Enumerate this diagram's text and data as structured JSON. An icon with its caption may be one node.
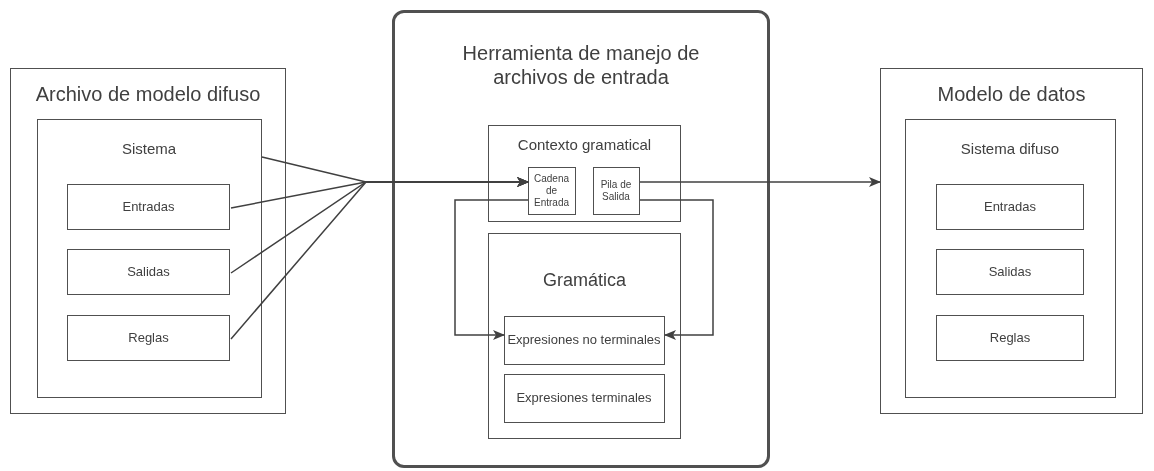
{
  "diagram": {
    "nodes": [
      {
        "text": [
          "Archivo de modelo difuso"
        ]
      },
      {
        "text": [
          "Sistema"
        ],
        "in": 0
      },
      {
        "text": [
          "Entradas"
        ],
        "in": 1
      },
      {
        "text": [
          "Salidas"
        ],
        "in": 1
      },
      {
        "text": [
          "Reglas"
        ],
        "in": 1
      },
      {
        "text": [
          "Herramienta de manejo de archivos de entrada"
        ]
      },
      {
        "text": [
          "Contexto gramatical"
        ],
        "in": 5
      },
      {
        "text": [
          "Cadena de Entrada"
        ],
        "in": 6
      },
      {
        "text": [
          "Pila de Salida"
        ],
        "in": 6
      },
      {
        "text": [
          "Gramática"
        ],
        "in": 5
      },
      {
        "text": [
          "Expresiones no terminales"
        ],
        "in": 9
      },
      {
        "text": [
          "Expresiones terminales"
        ],
        "in": 9
      },
      {
        "text": [
          "Modelo de datos"
        ]
      },
      {
        "text": [
          "Sistema difuso"
        ],
        "in": 12
      },
      {
        "text": [
          "Entradas"
        ],
        "in": 13
      },
      {
        "text": [
          "Salidas"
        ],
        "in": 13
      },
      {
        "text": [
          "Reglas"
        ],
        "in": 13
      }
    ],
    "edges": [
      {
        "from": 1,
        "to": 7,
        "arrow": "to"
      },
      {
        "from": 2,
        "to": 7,
        "arrow": "to"
      },
      {
        "from": 3,
        "to": 7,
        "arrow": "to"
      },
      {
        "from": 4,
        "to": 7,
        "arrow": "to"
      },
      {
        "from": 7,
        "to": 10,
        "arrow": "to"
      },
      {
        "from": 8,
        "to": 10,
        "arrow": "to"
      },
      {
        "from": 8,
        "to": 12,
        "arrow": "to"
      }
    ]
  }
}
